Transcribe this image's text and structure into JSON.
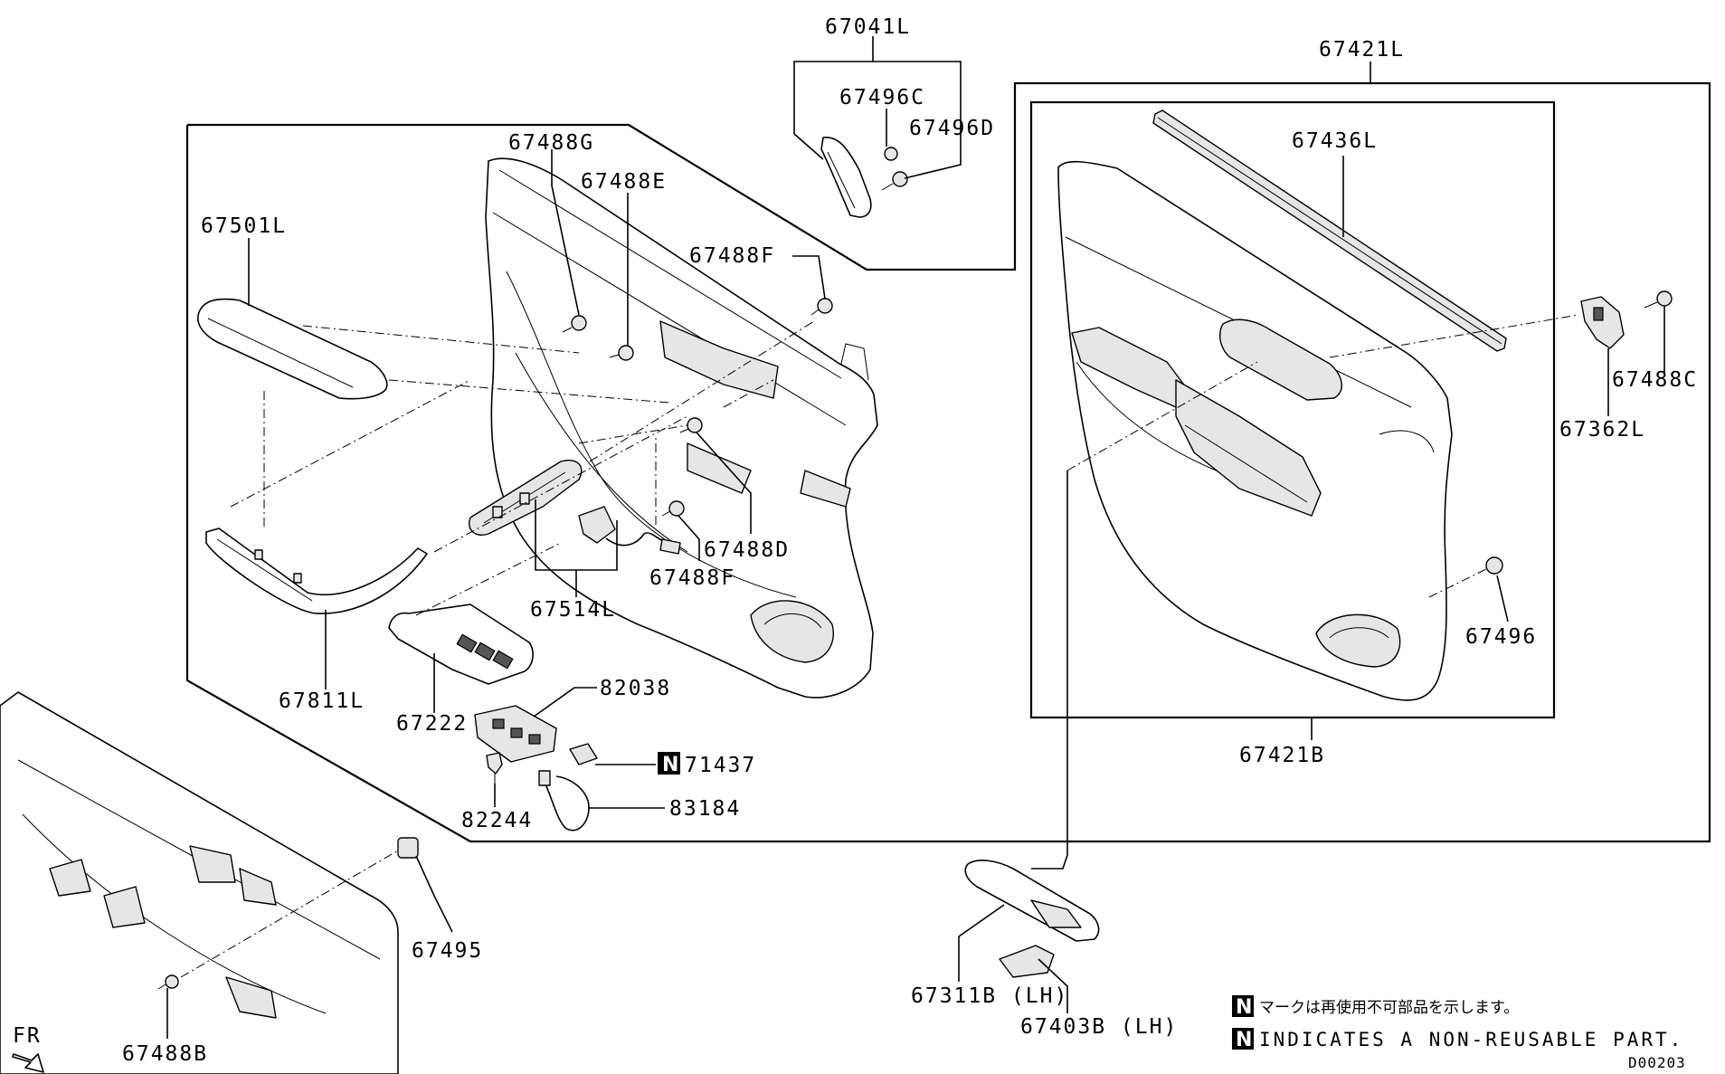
{
  "diagram": {
    "labels": {
      "p67041L": "67041L",
      "p67421L": "67421L",
      "p67496C": "67496C",
      "p67496D": "67496D",
      "p67488G": "67488G",
      "p67488E": "67488E",
      "p67501L": "67501L",
      "p67488F_top": "67488F",
      "p67436L": "67436L",
      "p67488C": "67488C",
      "p67362L": "67362L",
      "p67488D": "67488D",
      "p67488F_mid": "67488F",
      "p67514L": "67514L",
      "p67811L": "67811L",
      "p82038": "82038",
      "p67222": "67222",
      "p71437": "71437",
      "p83184": "83184",
      "p82244": "82244",
      "p67496": "67496",
      "p67421B": "67421B",
      "p67495": "67495",
      "p67488B": "67488B",
      "p67311B": "67311B (LH)",
      "p67403B": "67403B (LH)"
    },
    "n_mark": "N",
    "front_arrow": "FR",
    "legend_jp": "マークは再使用不可部品を示します。",
    "legend_en": "INDICATES A NON-REUSABLE PART.",
    "drawing_code": "D00203"
  }
}
